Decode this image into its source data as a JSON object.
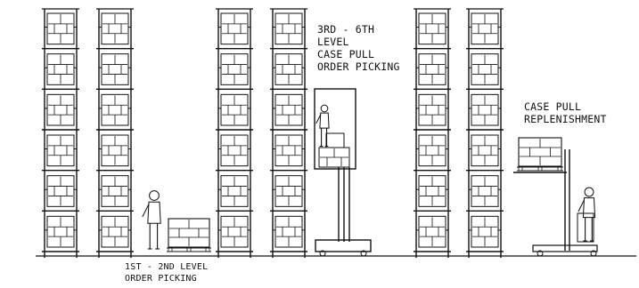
{
  "labels": {
    "upper_picking": [
      "3RD - 6TH",
      "LEVEL",
      "CASE PULL",
      "ORDER PICKING"
    ],
    "replenishment": [
      "CASE PULL",
      "REPLENISHMENT"
    ],
    "lower_picking": [
      "1ST - 2ND LEVEL",
      "ORDER PICKING"
    ]
  },
  "icons": {
    "rack_stack": "rack-stack-icon",
    "pallet_load": "pallet-load-icon",
    "worker": "person-icon",
    "order_picker_lift": "order-picker-lift-icon",
    "reach_stacker": "stacker-lift-icon"
  },
  "colors": {
    "ink": "#111111",
    "background": "#ffffff"
  }
}
